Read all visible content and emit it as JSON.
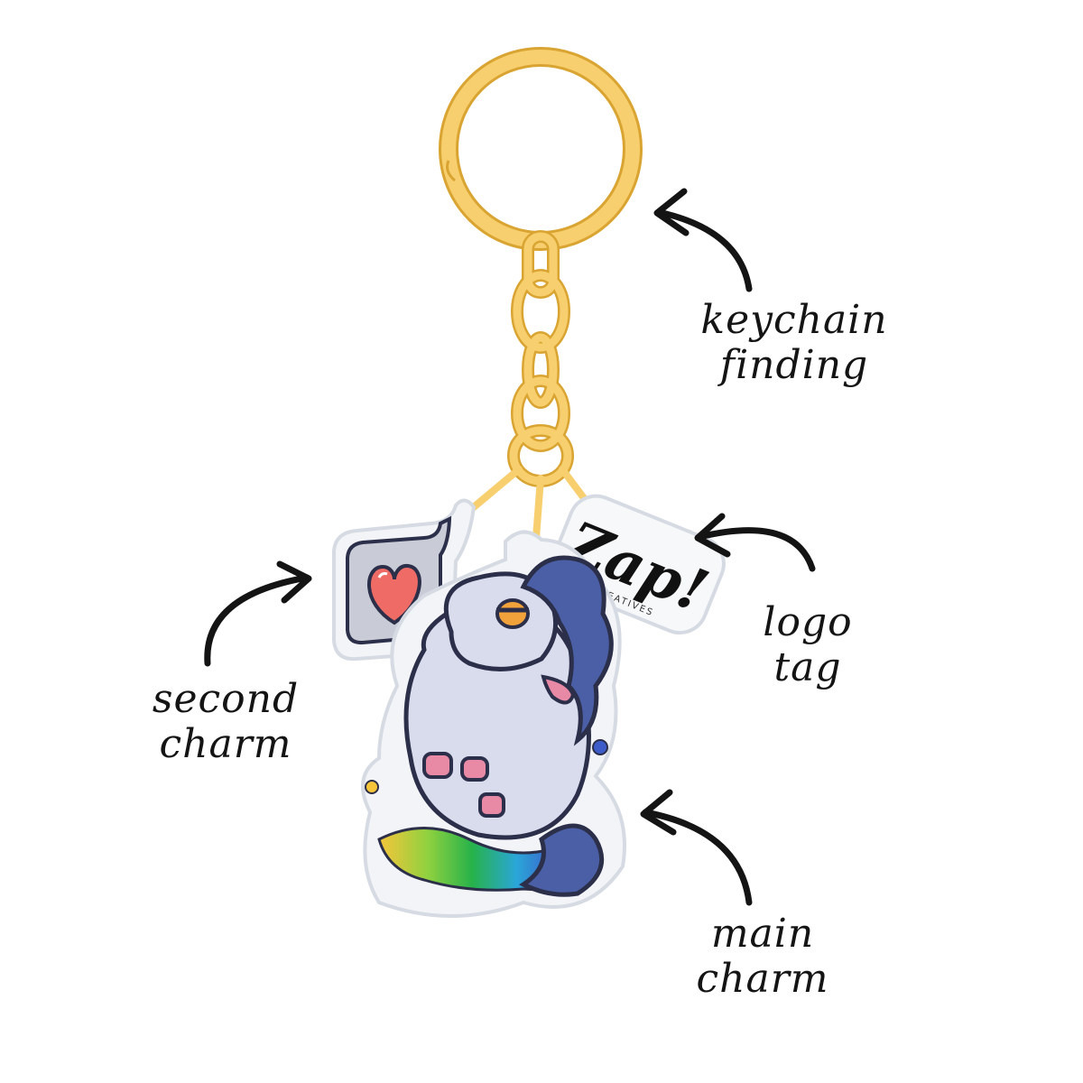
{
  "colors": {
    "background": "#ffffff",
    "ink": "#141414",
    "gold": "#f7cf6e",
    "gold_dark": "#d9a431",
    "acrylic_edge": "#d6dbe3",
    "unicorn_body": "#d9dced",
    "unicorn_outline": "#2c2f4a",
    "mane": "#4a5fa6",
    "heart": "#ef6b66",
    "speech_bubble": "#c9ccd6",
    "blush": "#e88aa6"
  },
  "icons": {
    "ring": "key-ring-icon",
    "chain": "chain-link-icon",
    "unicorn": "unicorn-charm-icon",
    "heart": "heart-icon",
    "logo": "zap-logo-tag",
    "arrow": "curved-arrow-icon"
  },
  "logo_tag": {
    "wordmark": "Zap!",
    "subtext": "CREATIVES"
  },
  "labels": {
    "keychain_finding": {
      "line1": "keychain",
      "line2": "finding"
    },
    "logo_tag": {
      "line1": "logo",
      "line2": "tag"
    },
    "second_charm": {
      "line1": "second",
      "line2": "charm"
    },
    "main_charm": {
      "line1": "main",
      "line2": "charm"
    }
  }
}
